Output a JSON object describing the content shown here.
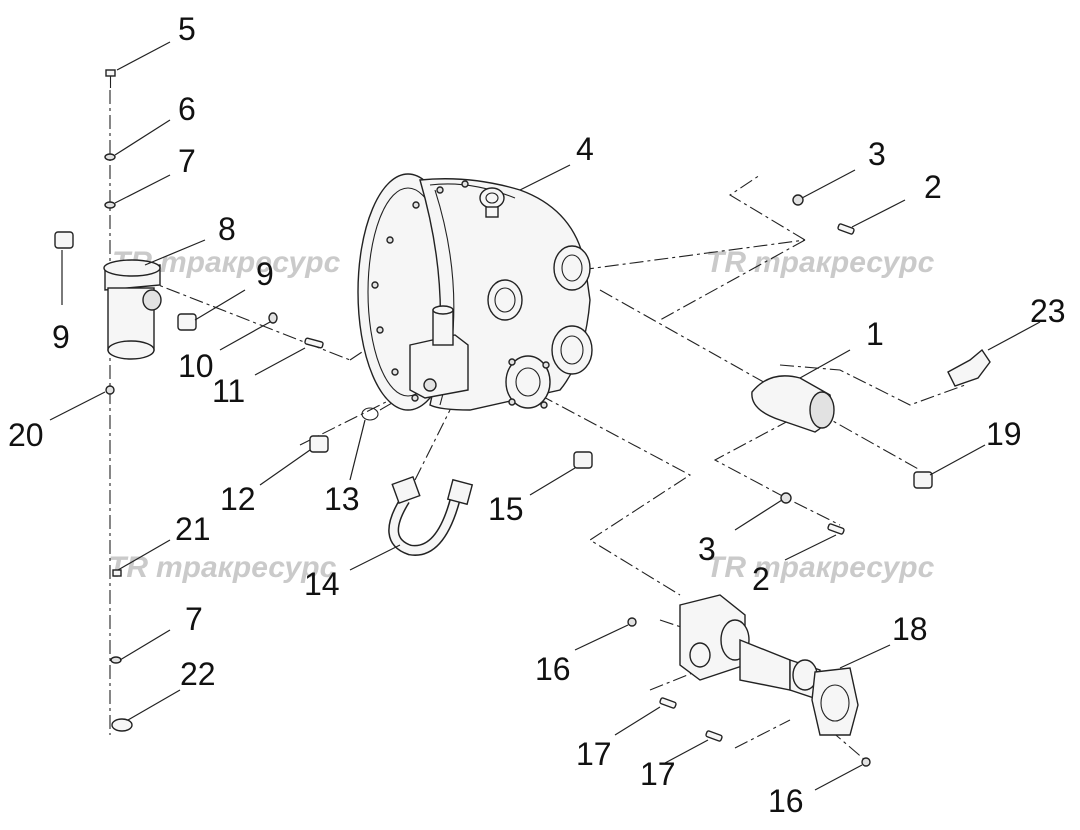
{
  "watermark": {
    "text": "тракресурс",
    "logo": "TR"
  },
  "callouts": [
    "1",
    "2",
    "2",
    "3",
    "3",
    "4",
    "5",
    "6",
    "7",
    "7",
    "8",
    "9",
    "9",
    "10",
    "11",
    "12",
    "13",
    "14",
    "15",
    "16",
    "16",
    "17",
    "17",
    "18",
    "19",
    "20",
    "21",
    "22",
    "23"
  ],
  "colors": {
    "line": "#222222",
    "watermark": "#b9b9b9",
    "background": "#ffffff"
  }
}
